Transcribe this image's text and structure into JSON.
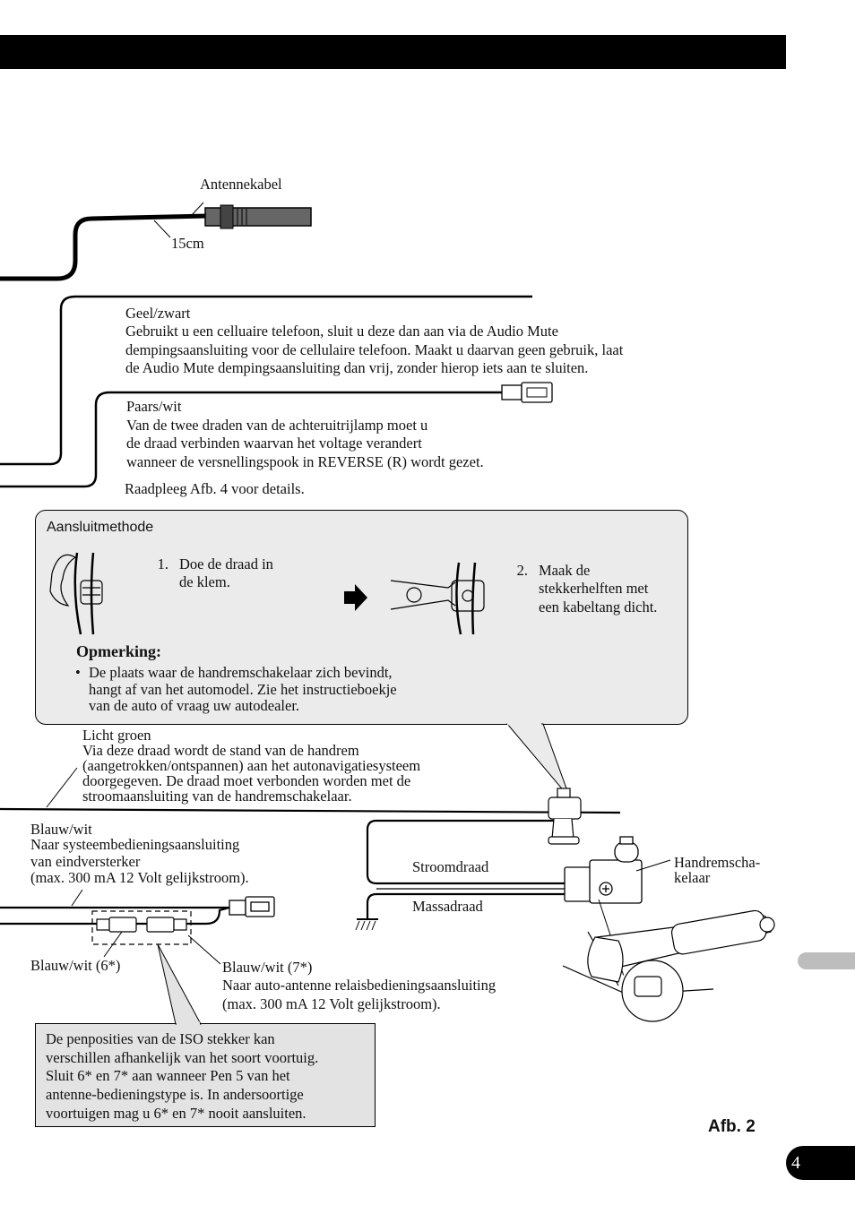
{
  "antenna": {
    "label": "Antennekabel",
    "length": "15cm"
  },
  "yellow_black": {
    "title": "Geel/zwart",
    "lines": [
      "Gebruikt u een celluaire telefoon, sluit u deze dan aan via de Audio Mute",
      "dempingsaansluiting voor de cellulaire telefoon. Maakt u daarvan geen gebruik, laat",
      "de Audio Mute dempingsaansluiting dan vrij, zonder hierop iets aan te sluiten."
    ]
  },
  "purple_white": {
    "title": "Paars/wit",
    "lines": [
      "Van de twee draden van de achteruitrijlamp moet u",
      "de draad verbinden waarvan het voltage verandert",
      "wanneer de versnellingspook in REVERSE (R) wordt gezet."
    ],
    "ref": "Raadpleeg Afb. 4 voor details."
  },
  "method": {
    "title": "Aansluitmethode",
    "step1_num": "1.",
    "step1_lines": [
      "Doe de draad in",
      "de klem."
    ],
    "step2_num": "2.",
    "step2_lines": [
      "Maak de",
      "stekkerhelften met",
      "een kabeltang dicht."
    ],
    "note_title": "Opmerking:",
    "bullet": "•",
    "note_lines": [
      "De plaats waar de handremschakelaar zich bevindt,",
      "hangt af van het automodel. Zie het instructieboekje",
      "van de auto of vraag uw autodealer."
    ]
  },
  "light_green": {
    "title": "Licht groen",
    "lines": [
      "Via deze draad wordt de stand van de handrem",
      "(aangetrokken/ontspannen) aan het autonavigatiesysteem",
      "doorgegeven. De draad moet verbonden worden met de",
      "stroomaansluiting van de handremschakelaar."
    ]
  },
  "blue_white": {
    "title": "Blauw/wit",
    "lines": [
      "Naar systeembedieningsaansluiting",
      "van eindversterker",
      "(max. 300 mA 12 Volt gelijkstroom)."
    ]
  },
  "blue_white_6": "Blauw/wit (6*)",
  "blue_white_7": {
    "title": "Blauw/wit (7*)",
    "lines": [
      "Naar auto-antenne relaisbedieningsaansluiting",
      "(max. 300 mA 12 Volt gelijkstroom)."
    ]
  },
  "iso_note": [
    "De penposities van de ISO stekker kan",
    "verschillen afhankelijk van het soort voortuig.",
    "Sluit 6* en 7* aan wanneer Pen 5 van het",
    "antenne-bedieningstype is. In andersoortige",
    "voortuigen mag u 6* en 7* nooit aansluiten."
  ],
  "power_wire": "Stroomdraad",
  "ground_wire": "Massadraad",
  "brake_switch": [
    "Handremscha-",
    "kelaar"
  ],
  "figure": "Afb. 2",
  "page_number": "4"
}
